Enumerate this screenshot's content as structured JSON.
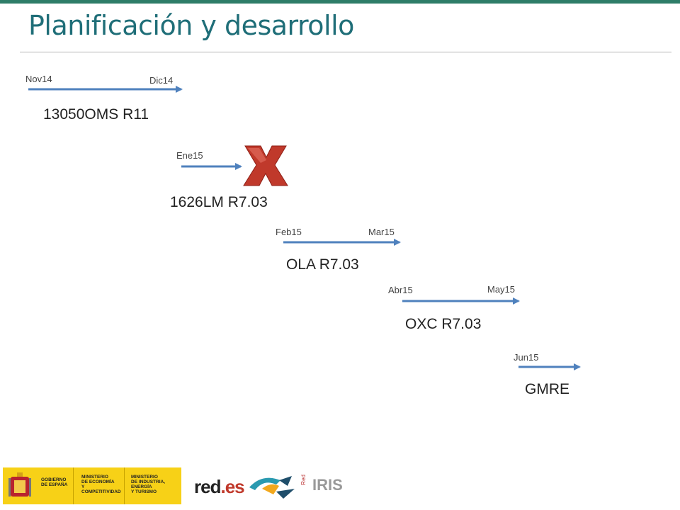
{
  "title": "Planificación y desarrollo",
  "timeline": [
    {
      "name": "13050OMS R11",
      "start": "Nov14",
      "end": "Dic14"
    },
    {
      "name": "1626LM R7.03",
      "start": "Ene15",
      "end": "",
      "status": "cancelled"
    },
    {
      "name": "OLA R7.03",
      "start": "Feb15",
      "end": "Mar15"
    },
    {
      "name": "OXC R7.03",
      "start": "Abr15",
      "end": "May15"
    },
    {
      "name": "GMRE",
      "start": "Jun15",
      "end": ""
    }
  ],
  "footer": {
    "gov_cells": [
      "GOBIERNO\nDE ESPAÑA",
      "MINISTERIO\nDE ECONOMÍA\nY COMPETITIVIDAD",
      "MINISTERIO\nDE INDUSTRIA, ENERGÍA\nY TURISMO"
    ],
    "reds_logo": "red",
    "reds_logo_suffix": ".es",
    "iris_small": "Red",
    "iris_logo": "IRIS"
  },
  "colors": {
    "arrow": "#4f81bd",
    "cross": "#c0392b",
    "title": "#1f6e78",
    "topbar": "#2e7d68"
  }
}
